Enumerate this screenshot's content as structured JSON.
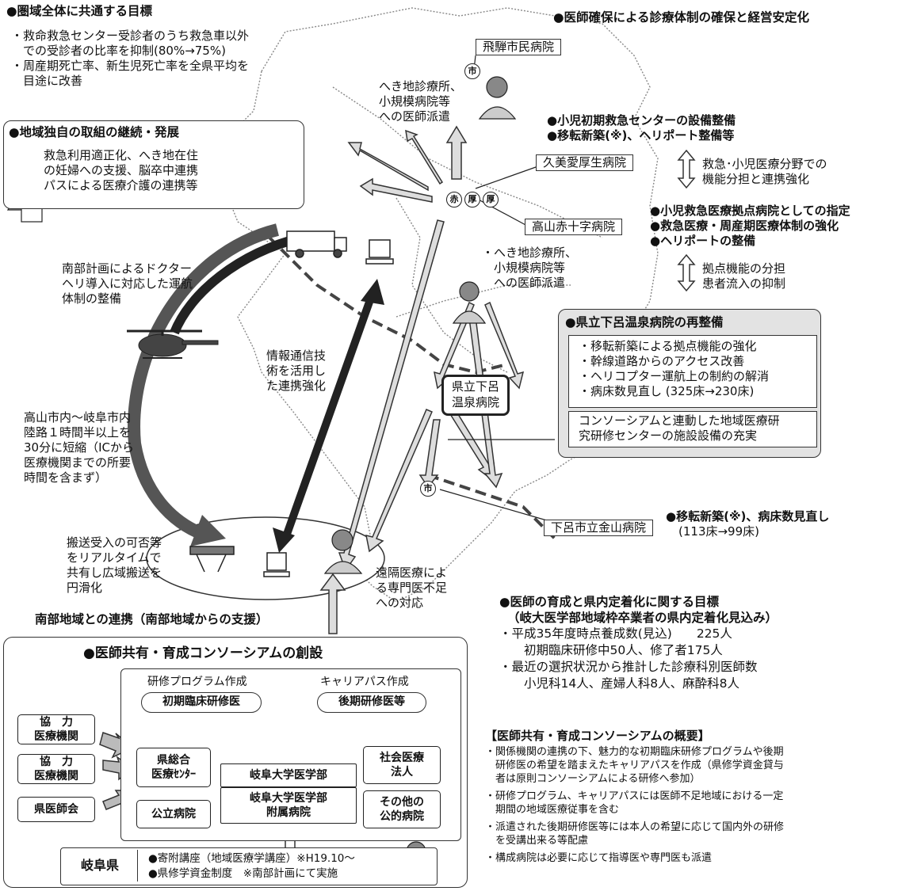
{
  "common_goals": {
    "title": "●圏域全体に共通する目標",
    "lines": [
      "・救命救急センター受診者のうち救急車以外",
      "　での受診者の比率を抑制(80%→75%)",
      "・周産期死亡率、新生児死亡率を全県平均を",
      "　目途に改善"
    ]
  },
  "regional": {
    "title": "●地域独自の取組の継続・発展",
    "lines": [
      "救急利用適正化、へき地在住",
      "の妊婦への支援、脳卒中連携",
      "パスによる医療介護の連携等"
    ]
  },
  "doctor_secure": {
    "title": "●医師確保による診療体制の確保と経営安定化"
  },
  "hospitals": {
    "hida": "飛騨市民病院",
    "kumi": "久美愛厚生病院",
    "takayama": "高山赤十字病院",
    "kanayama": "下呂市立金山病院",
    "gero": [
      "県立下呂",
      "温泉病院"
    ]
  },
  "marks": {
    "city": "市",
    "red": "赤",
    "ko1": "厚",
    "ko2": "厚"
  },
  "remote_dispatch_1": [
    "へき地診療所、",
    "小規模病院等",
    "への医師派遣"
  ],
  "remote_dispatch_2": [
    "・へき地診療所、",
    "　小規模病院等",
    "　への医師派遣"
  ],
  "kumi_actions": [
    "●小児初期救急センターの設備整備",
    "●移転新築(※)、ヘリポート整備等"
  ],
  "role_share_1": [
    "救急･小児医療分野での",
    "機能分担と連携強化"
  ],
  "takayama_actions": [
    "●小児救急医療拠点病院としての指定",
    "●救急医療・周産期医療体制の強化",
    "●ヘリポートの整備"
  ],
  "role_share_2": [
    "拠点機能の分担",
    "患者流入の抑制"
  ],
  "gero_plan": {
    "title": "●県立下呂温泉病院の再整備",
    "items": [
      "・移転新築による拠点機能の強化",
      "・幹線道路からのアクセス改善",
      "・ヘリコプター運航上の制約の解消",
      "・病床数見直し (325床→230床)"
    ],
    "consortium": [
      "コンソーシアムと連動した地域医療研",
      "究研修センターの施設設備の充実"
    ]
  },
  "kanayama_actions": [
    "●移転新築(※)、病床数見直し",
    "(113床→99床)"
  ],
  "helicopter_note": [
    "南部計画によるドクター",
    "ヘリ導入に対応した運航",
    "体制の整備"
  ],
  "it_note": [
    "情報通信技",
    "術を活用し",
    "た連携強化"
  ],
  "road_note": [
    "高山市内～岐阜市内",
    "陸路１時間半以上を",
    "30分に短縮（ICから",
    "医療機関までの所要",
    "時間を含まず）"
  ],
  "transport_note": [
    "搬送受入の可否等",
    "をリアルタイムで",
    "共有し広域搬送を",
    "円滑化"
  ],
  "remote_med_note": [
    "遠隔医療によ",
    "る専門医不足",
    "への対応"
  ],
  "south_link": "南部地域との連携（南部地域からの支援）",
  "training_goals": {
    "title": "●医師の育成と県内定着化に関する目標",
    "subtitle": "（岐大医学部地域枠卒業者の県内定着化見込み）",
    "lines": [
      "・平成35年度時点養成数(見込)　　225人",
      "　　初期臨床研修中50人、修了者175人",
      "・最近の選択状況から推計した診療科別医師数",
      "　　小児科14人、産婦人科8人、麻酔科8人"
    ]
  },
  "consortium_overview": {
    "title": "【医師共有・育成コンソーシアムの概要】",
    "items": [
      [
        "・関係機関の連携の下、魅力的な初期臨床研修プログラムや後期",
        "　研修医の希望を踏まえたキャリアパスを作成（県修学資金貸与",
        "　者は原則コンソーシアムによる研修へ参加）"
      ],
      [
        "・研修プログラム、キャリアパスには医師不足地域における一定",
        "　期間の地域医療従事を含む"
      ],
      [
        "・派遣された後期研修医等には本人の希望に応じて国内外の研修",
        "　を受講出来る等配慮"
      ],
      [
        "・構成病院は必要に応じて指導医や専門医も派遣"
      ]
    ]
  },
  "consortium": {
    "title": "●医師共有・育成コンソーシアムの創設",
    "program_label": "研修プログラム作成",
    "career_label": "キャリアパス作成",
    "initial": "初期臨床研修医",
    "later": "後期研修医等",
    "coop1": [
      "協　力",
      "医療機関"
    ],
    "coop2": [
      "協　力",
      "医療機関"
    ],
    "medassoc": "県医師会",
    "general": [
      "県総合",
      "医療ｾﾝﾀｰ"
    ],
    "public": "公立病院",
    "univ": "岐阜大学医学部",
    "univ_hosp": [
      "岐阜大学医学部",
      "附属病院"
    ],
    "social": [
      "社会医療",
      "法人"
    ],
    "other_public": [
      "その他の",
      "公的病院"
    ]
  },
  "gifu": {
    "label": "岐阜県",
    "items": [
      "●寄附講座（地域医療学講座）※H19.10～",
      "●県修学資金制度　※南部計画にて実施"
    ]
  }
}
